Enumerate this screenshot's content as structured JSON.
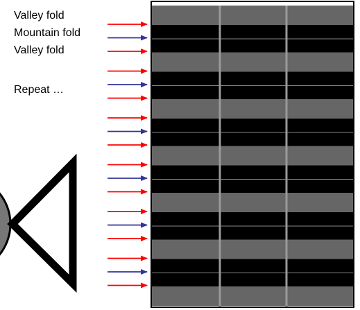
{
  "labels": {
    "valley_1": "Valley fold",
    "mountain": "Mountain fold",
    "valley_2": "Valley fold",
    "repeat": "Repeat …"
  },
  "colors": {
    "valley_arrow": "#ff0000",
    "mountain_arrow": "#333399",
    "panel_gray": "#666666",
    "panel_black": "#000000",
    "divider": "#999999",
    "icon_fill": "#777777",
    "outline": "#000000"
  },
  "fold_sequence": [
    "valley",
    "mountain",
    "valley"
  ]
}
